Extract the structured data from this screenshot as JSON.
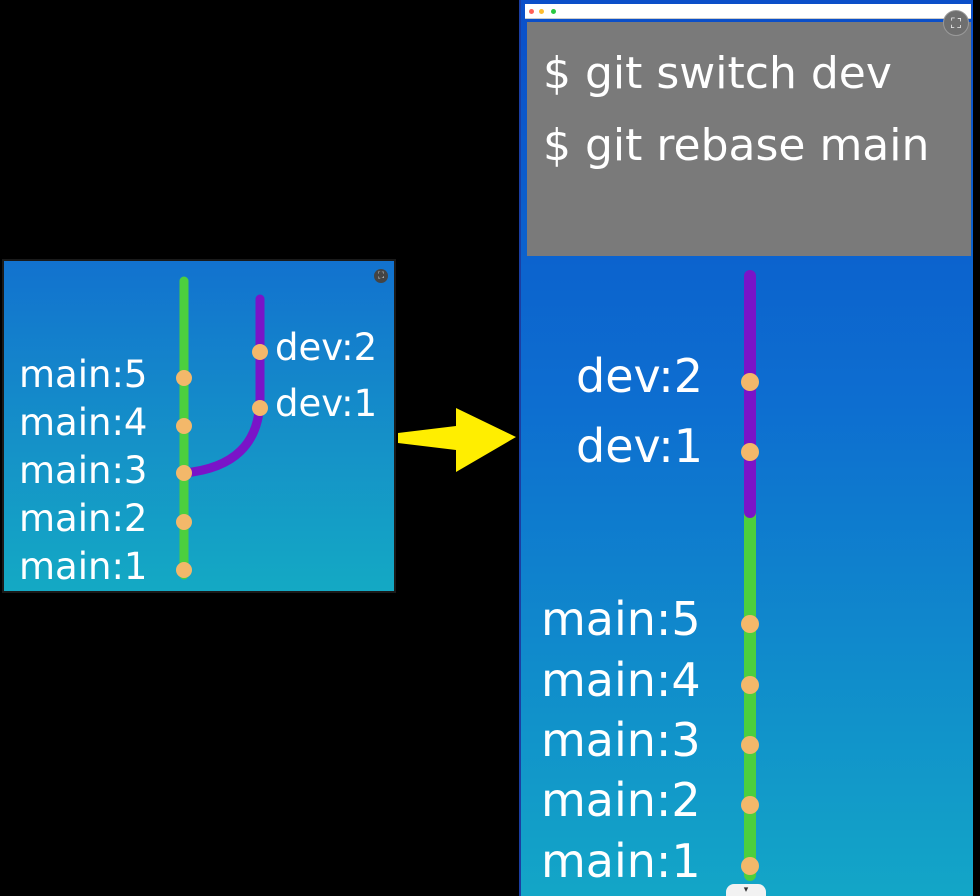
{
  "left_panel": {
    "labels_main": [
      "main:5",
      "main:4",
      "main:3",
      "main:2",
      "main:1"
    ],
    "labels_dev": [
      "dev:2",
      "dev:1"
    ]
  },
  "right_panel": {
    "commands": [
      "$ git switch dev",
      "$ git rebase main"
    ],
    "labels_dev": [
      "dev:2",
      "dev:1"
    ],
    "labels_main": [
      "main:5",
      "main:4",
      "main:3",
      "main:2",
      "main:1"
    ]
  },
  "icons": {
    "expand": "expand-icon",
    "arrow": "yellow-arrow",
    "handle": "chevron-down-icon"
  },
  "colors": {
    "main_branch": "#4ccf3e",
    "dev_branch": "#7a14c8",
    "commit": "#f3b86a",
    "arrow": "#ffee00",
    "terminal": "#7a7a7a"
  }
}
